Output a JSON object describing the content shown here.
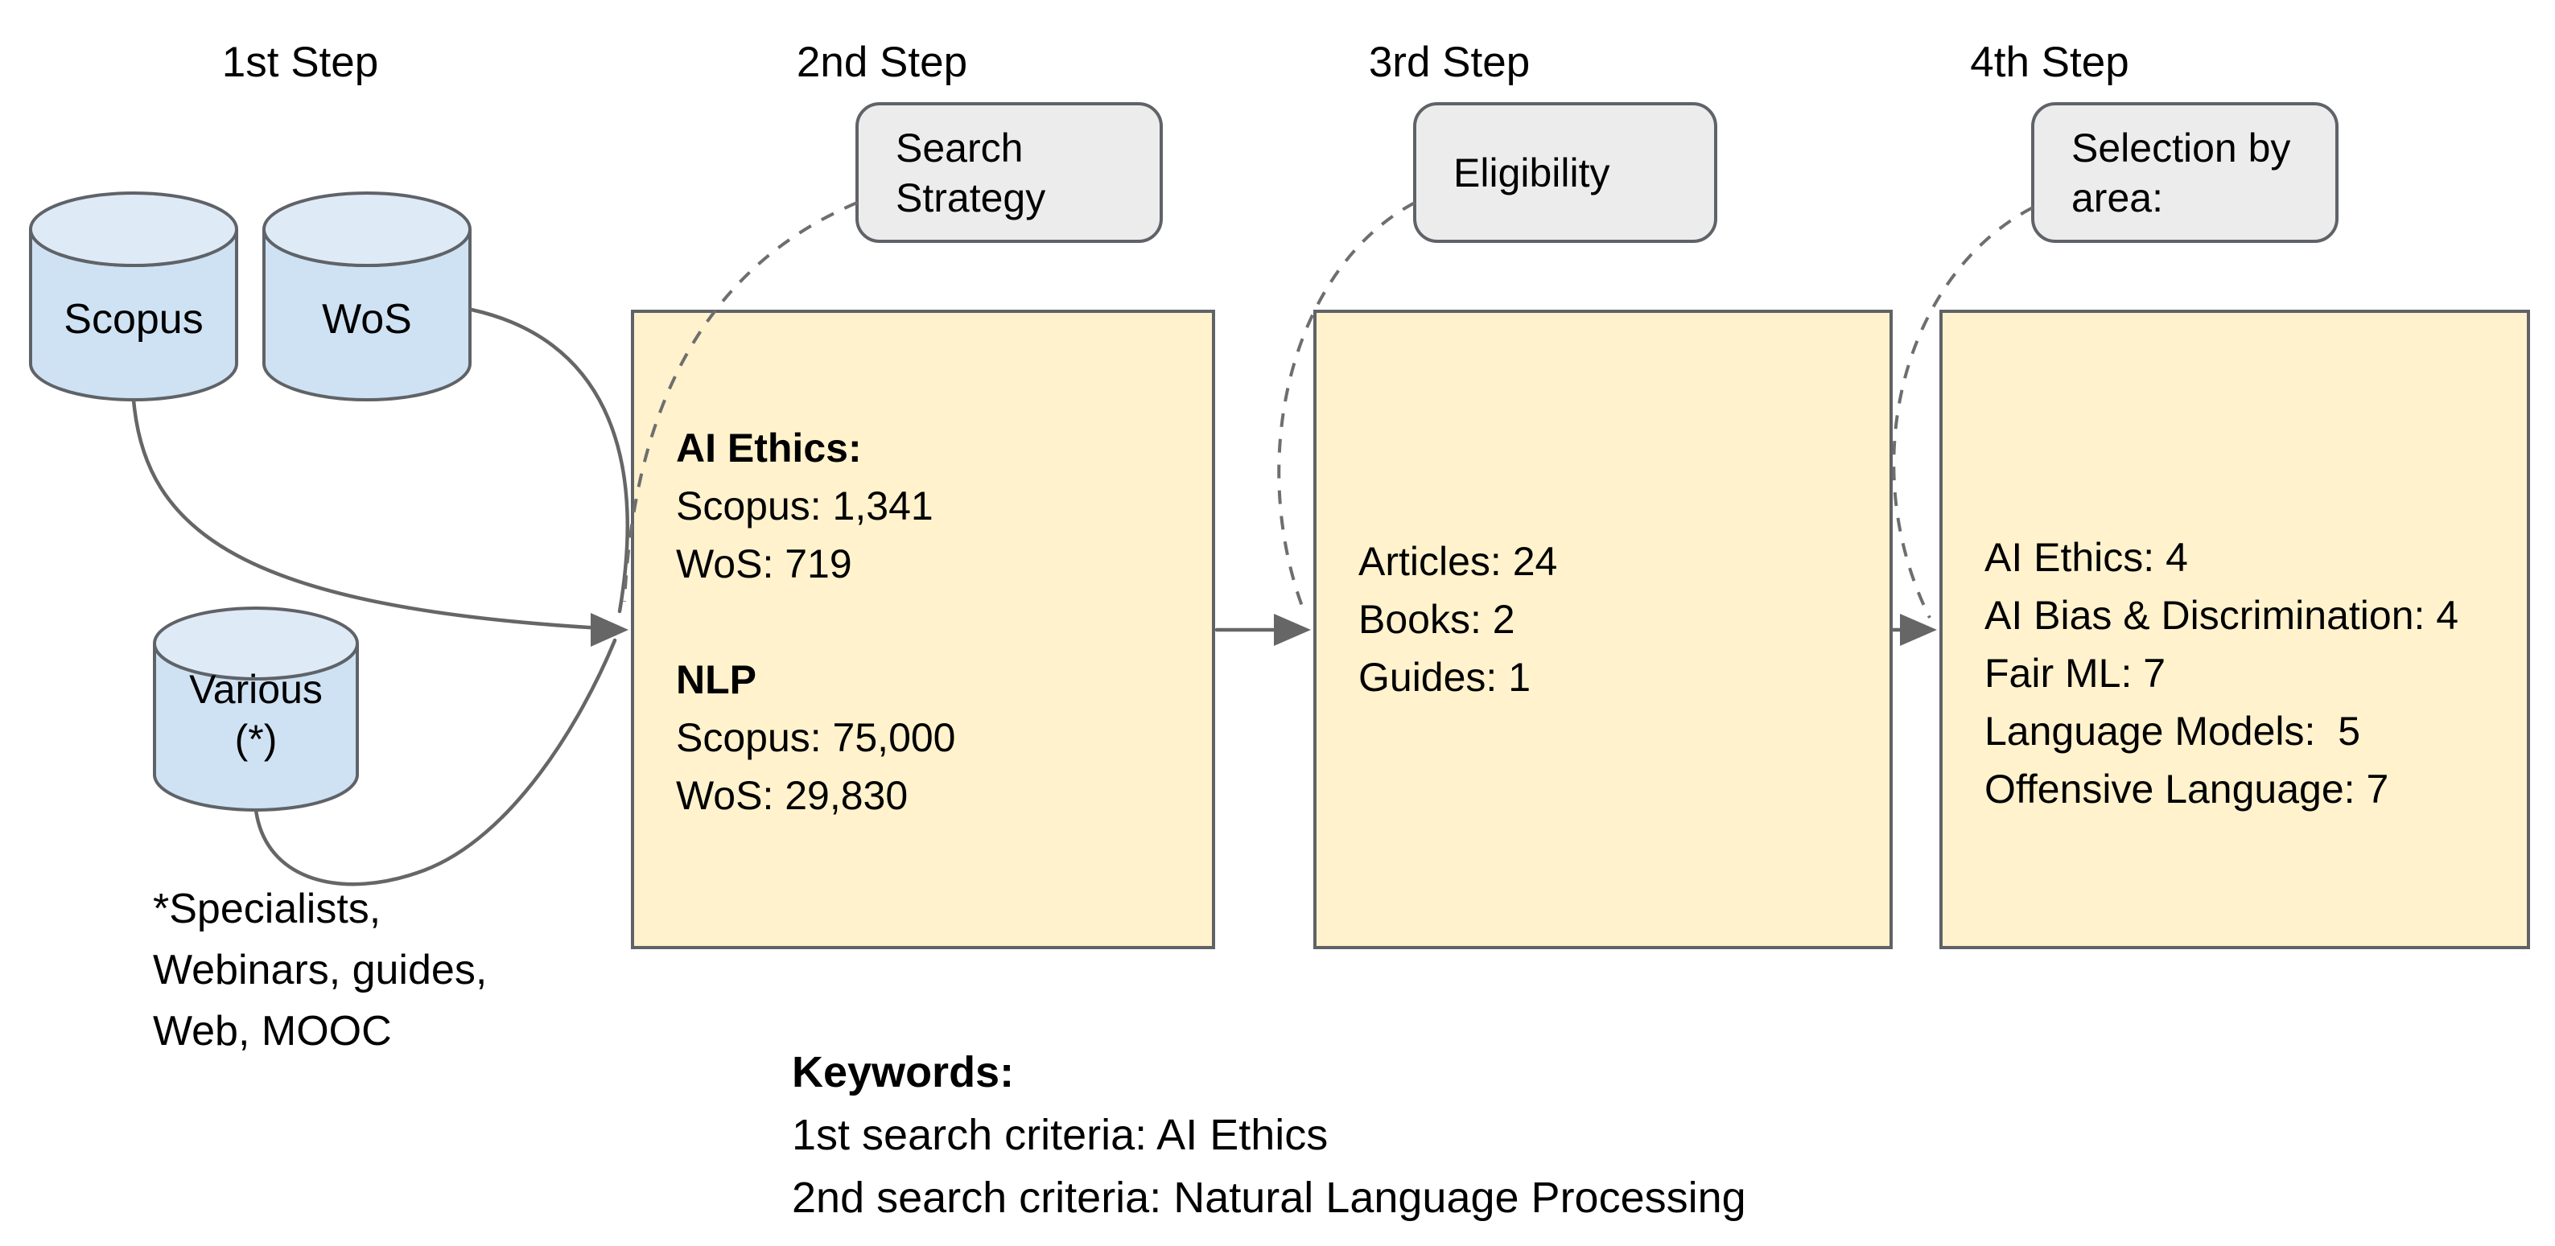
{
  "steps": [
    {
      "label": "1st Step"
    },
    {
      "label": "2nd Step"
    },
    {
      "label": "3rd Step"
    },
    {
      "label": "4th Step"
    }
  ],
  "sources": {
    "scopus": {
      "label": "Scopus"
    },
    "wos": {
      "label": "WoS"
    },
    "various": {
      "label": "Various",
      "sublabel": "(*)"
    },
    "footnote": "*Specialists, Webinars, guides, Web, MOOC"
  },
  "stage_boxes": {
    "search_strategy": {
      "label": "Search Strategy"
    },
    "eligibility": {
      "label": "Eligibility"
    },
    "selection": {
      "label": "Selection by area:"
    }
  },
  "results": {
    "search_results": {
      "sections": [
        {
          "title": "AI Ethics:",
          "lines": [
            "Scopus: 1,341",
            "WoS: 719"
          ]
        },
        {
          "title": "NLP",
          "lines": [
            "Scopus: 75,000",
            "WoS: 29,830"
          ]
        }
      ]
    },
    "eligibility_results": {
      "lines": [
        "Articles: 24",
        "Books: 2",
        "Guides: 1"
      ]
    },
    "selection_results": {
      "lines": [
        "AI Ethics: 4",
        "AI Bias & Discrimination: 4",
        "Fair ML: 7",
        "Language Models:  5",
        "Offensive Language: 7"
      ]
    }
  },
  "keywords": {
    "title": "Keywords:",
    "lines": [
      "1st search criteria: AI Ethics",
      "2nd search criteria: Natural Language Processing"
    ]
  },
  "icons": {
    "scopus_cylinder": "database-cylinder-icon",
    "wos_cylinder": "database-cylinder-icon",
    "various_cylinder": "database-cylinder-icon"
  },
  "colors": {
    "results_box_fill": "#fff2cc",
    "stage_box_fill": "#ececec",
    "cylinder_fill": "#cfe2f3",
    "cylinder_top_fill": "#dfeaf7",
    "shape_stroke": "#5f6368",
    "connector": "#666666",
    "text": "#000000",
    "background": "#ffffff"
  }
}
